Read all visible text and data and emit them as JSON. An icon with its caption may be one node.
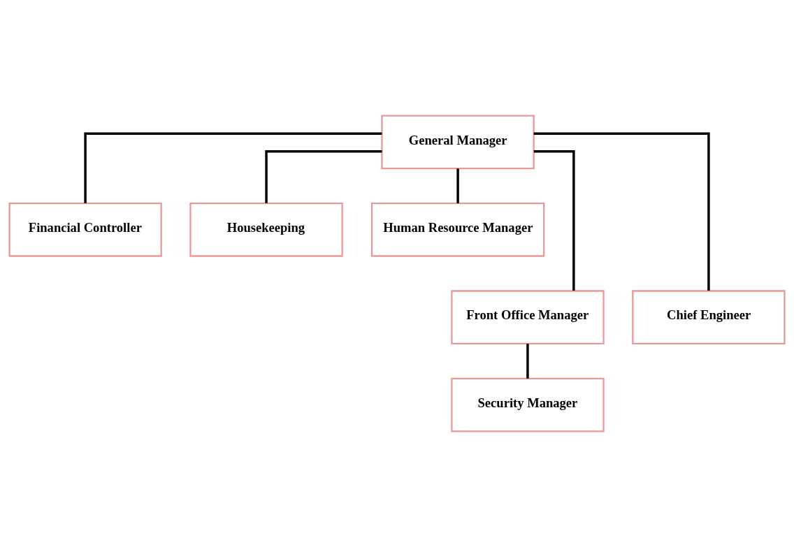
{
  "diagram": {
    "nodes": [
      {
        "text": [
          "General Manager"
        ]
      },
      {
        "text": [
          "Financial Controller"
        ]
      },
      {
        "text": [
          "Housekeeping"
        ]
      },
      {
        "text": [
          "Human Resource Manager"
        ]
      },
      {
        "text": [
          "Front Office Manager"
        ]
      },
      {
        "text": [
          "Chief Engineer"
        ]
      },
      {
        "text": [
          "Security Manager"
        ]
      }
    ],
    "edges": [
      {
        "from": 0,
        "to": 1,
        "arrow": "none"
      },
      {
        "from": 0,
        "to": 4,
        "arrow": "none"
      },
      {
        "from": 0,
        "to": 2,
        "arrow": "none"
      },
      {
        "from": 0,
        "to": 5,
        "arrow": "none"
      },
      {
        "from": 0,
        "to": 3,
        "arrow": "none"
      },
      {
        "from": 4,
        "to": 6,
        "arrow": "none"
      }
    ]
  }
}
